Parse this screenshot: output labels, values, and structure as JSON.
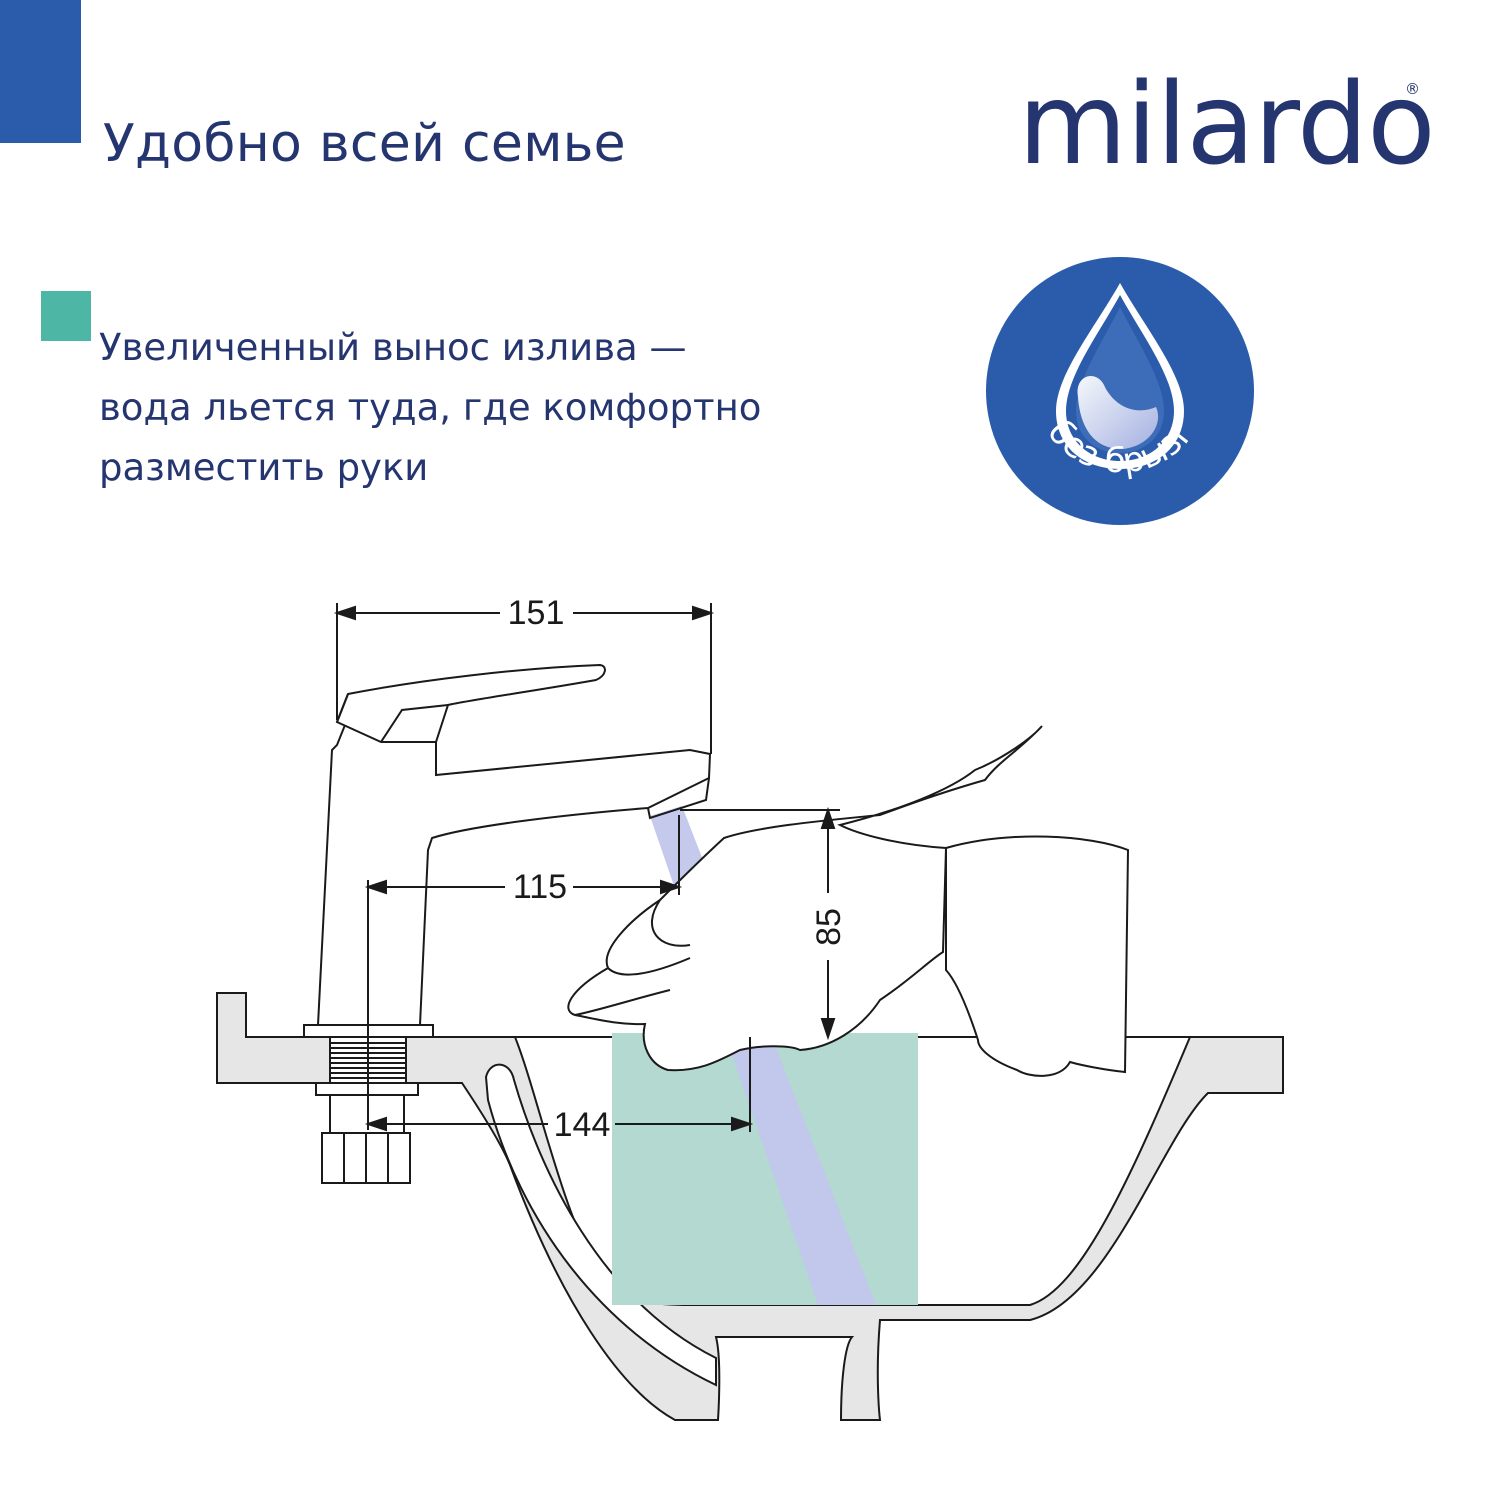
{
  "header": {
    "title": "Удобно всей семье",
    "logo_text": "milardo",
    "logo_mark": "®"
  },
  "feature": {
    "lines": [
      "Увеличенный вынос излива —",
      "вода льется туда, где комфортно",
      "разместить руки"
    ]
  },
  "badge": {
    "icon": "water-drop-icon",
    "label": "без брызг"
  },
  "dimensions": {
    "faucet_width": "151",
    "spout_reach": "115",
    "spout_height": "85",
    "axis_to_stream": "144"
  },
  "colors": {
    "brand_blue": "#2b5cac",
    "text_navy": "#253570",
    "accent_teal": "#4db6a4",
    "water_zone": "#b3d9d1",
    "water_stream": "#c2c7ec",
    "sink_gray": "#e6e6e6"
  }
}
